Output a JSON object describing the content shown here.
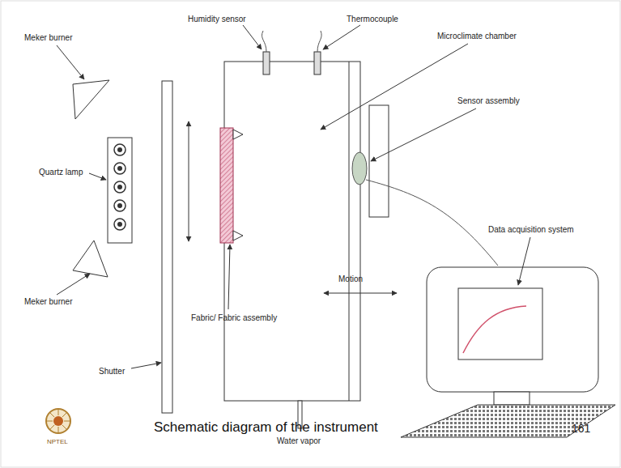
{
  "diagram": {
    "caption": "Schematic diagram of the instrument",
    "labels": [
      "Humidity sensor",
      "Thermocouple",
      "Meker burner",
      "Microclimate chamber",
      "Quartz lamp",
      "Sensor assembly",
      "Data acquisition system",
      "Motion",
      "Meker burner",
      "Fabric/ Fabric assembly",
      "Shutter",
      "Water vapor",
      "161",
      "NPTEL"
    ]
  }
}
